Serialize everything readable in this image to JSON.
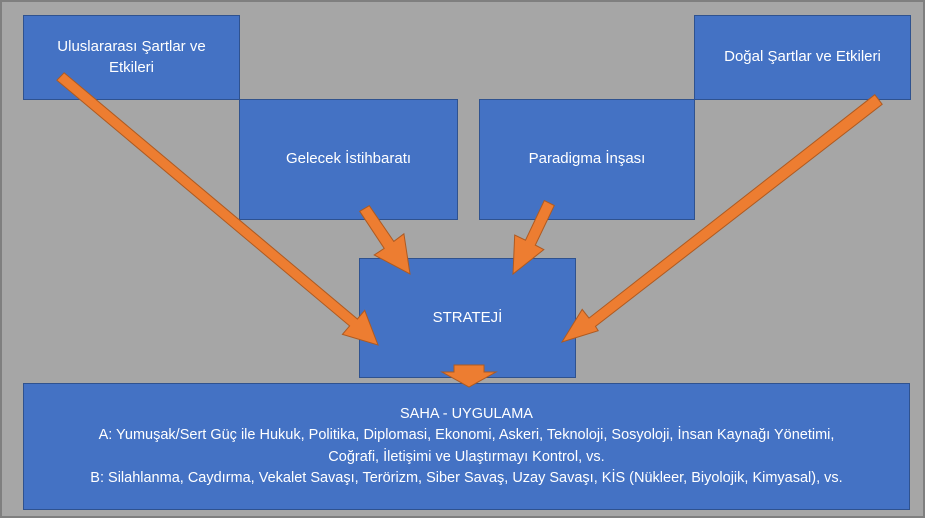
{
  "diagram": {
    "boxes": {
      "uluslararasi": "Uluslararası Şartlar ve Etkileri",
      "dogal": "Doğal Şartlar ve Etkileri",
      "gelecek": "Gelecek İstihbaratı",
      "paradigma": "Paradigma İnşası",
      "strateji": "STRATEJİ"
    },
    "saha": {
      "title": "SAHA - UYGULAMA",
      "line_a1": "A: Yumuşak/Sert Güç ile Hukuk, Politika, Diplomasi, Ekonomi, Askeri, Teknoloji, Sosyoloji, İnsan Kaynağı Yönetimi,",
      "line_a2": "Coğrafi, İletişimi ve Ulaştırmayı Kontrol, vs.",
      "line_b": "B: Silahlanma, Caydırma, Vekalet Savaşı, Terörizm, Siber Savaş, Uzay Savaşı, KİS (Nükleer, Biyolojik, Kimyasal), vs."
    },
    "colors": {
      "background": "#a6a6a6",
      "box_fill": "#4472c4",
      "box_border": "#2f528f",
      "arrow": "#ed7d31",
      "text": "#ffffff"
    }
  }
}
